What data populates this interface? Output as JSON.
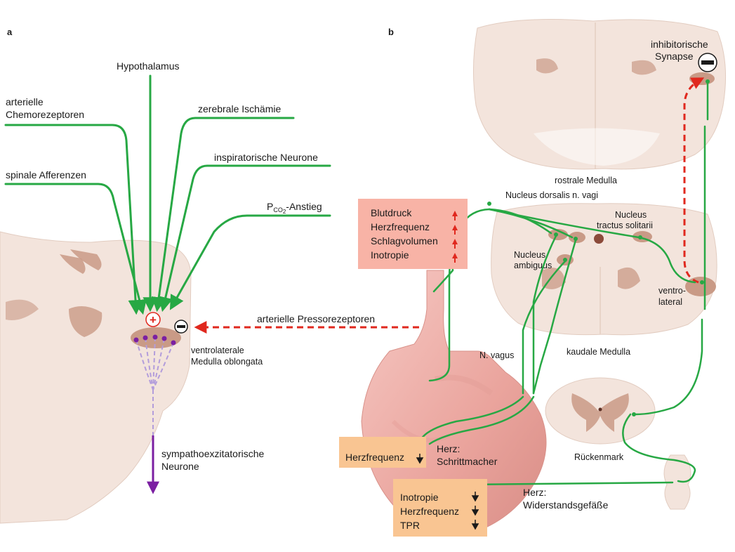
{
  "panel_a": {
    "panel_label": "a",
    "inputs": {
      "hypothalamus": "Hypothalamus",
      "chemo_line1": "arterielle",
      "chemo_line2": "Chemorezeptoren",
      "ischemia": "zerebrale Ischämie",
      "inspiratory": "inspiratorische Neurone",
      "spinal": "spinale Afferenzen",
      "pco2_prefix": "P",
      "pco2_sub": "CO",
      "pco2_sub2": "2",
      "pco2_suffix": "-Anstieg"
    },
    "baroreceptors": "arterielle Pressorezeptoren",
    "vlm_line1": "ventrolaterale",
    "vlm_line2": "Medulla oblongata",
    "output_line1": "sympathoexzitatorische",
    "output_line2": "Neurone",
    "plus_symbol": "+",
    "minus_symbol": "−"
  },
  "panel_b": {
    "panel_label": "b",
    "inhibitory_line1": "inhibitorische",
    "inhibitory_line2": "Synapse",
    "rostral": "rostrale Medulla",
    "ndv": "Nucleus dorsalis n. vagi",
    "nts_line1": "Nucleus",
    "nts_line2": "tractus solitarii",
    "na_line1": "Nucleus",
    "na_line2": "ambiguus",
    "vl_line1": "ventro-",
    "vl_line2": "lateral",
    "caudal": "kaudale Medulla",
    "vagus": "N. vagus",
    "spinal_cord": "Rückenmark",
    "pacemaker_line1": "Herz:",
    "pacemaker_line2": "Schrittmacher",
    "vessels_line1": "Herz:",
    "vessels_line2": "Widerstandsgefäße",
    "red_box": [
      "Blutdruck",
      "Herzfrequenz",
      "Schlagvolumen",
      "Inotropie"
    ],
    "hr_box": "Herzfrequenz",
    "bottom_box": [
      "Inotropie",
      "Herzfrequenz",
      "TPR"
    ]
  },
  "colors": {
    "green": "#27a844",
    "red": "#e0281e",
    "purple": "#7b1fa2",
    "tissue": "#f3e4dc",
    "nucleus": "#c99a86",
    "red_box": "#f8b3a6",
    "orange_box": "#f9c592"
  }
}
